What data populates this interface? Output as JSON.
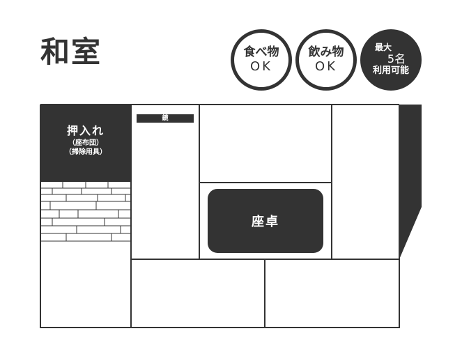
{
  "title": "和室",
  "badges": {
    "food": {
      "line1": "食べ物",
      "line2": "OK"
    },
    "drink": {
      "line1": "飲み物",
      "line2": "OK"
    },
    "capacity": {
      "line1": "最大",
      "line2": "5名",
      "line3": "利用可能"
    }
  },
  "labels": {
    "closet": "押入れ",
    "closet_sub1": "（座布団）",
    "closet_sub2": "（掃除用具）",
    "mirror": "鏡",
    "table": "座卓"
  },
  "colors": {
    "dark": "#333333",
    "background": "#ffffff"
  }
}
